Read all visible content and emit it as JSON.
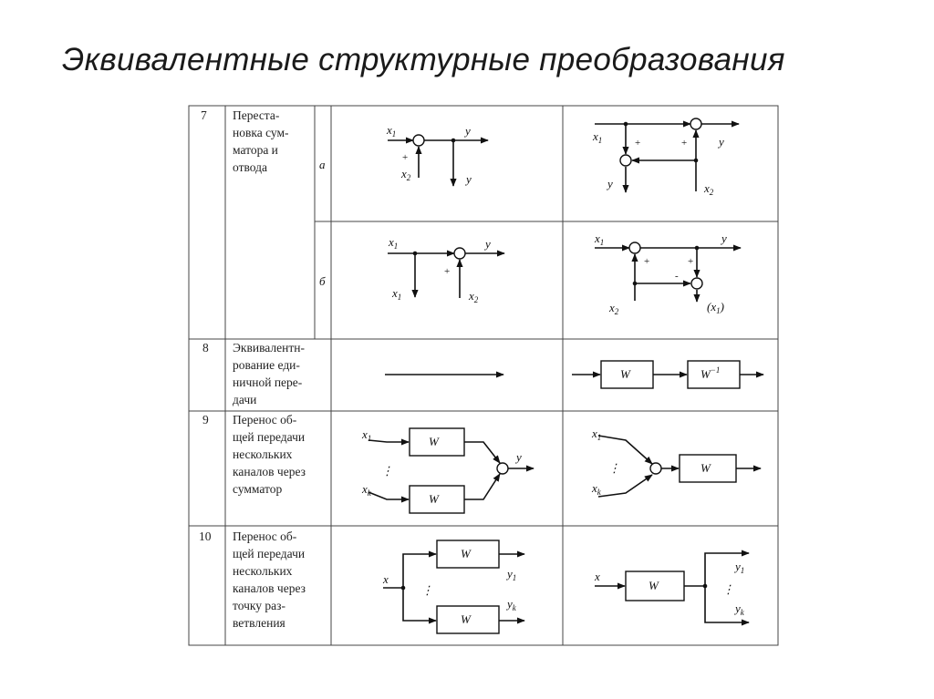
{
  "title": "Эквивалентные структурные преобразования",
  "rows": [
    {
      "num": "7",
      "desc": [
        "Переста-",
        "новка сум-",
        "матора и",
        "отвода"
      ],
      "variants": [
        {
          "letter": "а"
        },
        {
          "letter": "б"
        }
      ]
    },
    {
      "num": "8",
      "desc": [
        "Эквивалентн-",
        "рование еди-",
        "ничной пере-",
        "дачи"
      ]
    },
    {
      "num": "9",
      "desc": [
        "Перенос об-",
        "щей передачи",
        "нескольких",
        "каналов через",
        "сумматор"
      ]
    },
    {
      "num": "10",
      "desc": [
        "Перенос об-",
        "щей передачи",
        "нескольких",
        "каналов через",
        "точку раз-",
        "ветвления"
      ]
    }
  ],
  "symbols": {
    "x": "x",
    "y": "y",
    "one": "1",
    "two": "2",
    "k": "k",
    "W": "W",
    "W_inv_base": "W",
    "W_inv_exp": "−1",
    "plus": "+",
    "minus": "-",
    "x1_paren": "(x",
    "paren_close": ")",
    "dots": "⋮"
  }
}
